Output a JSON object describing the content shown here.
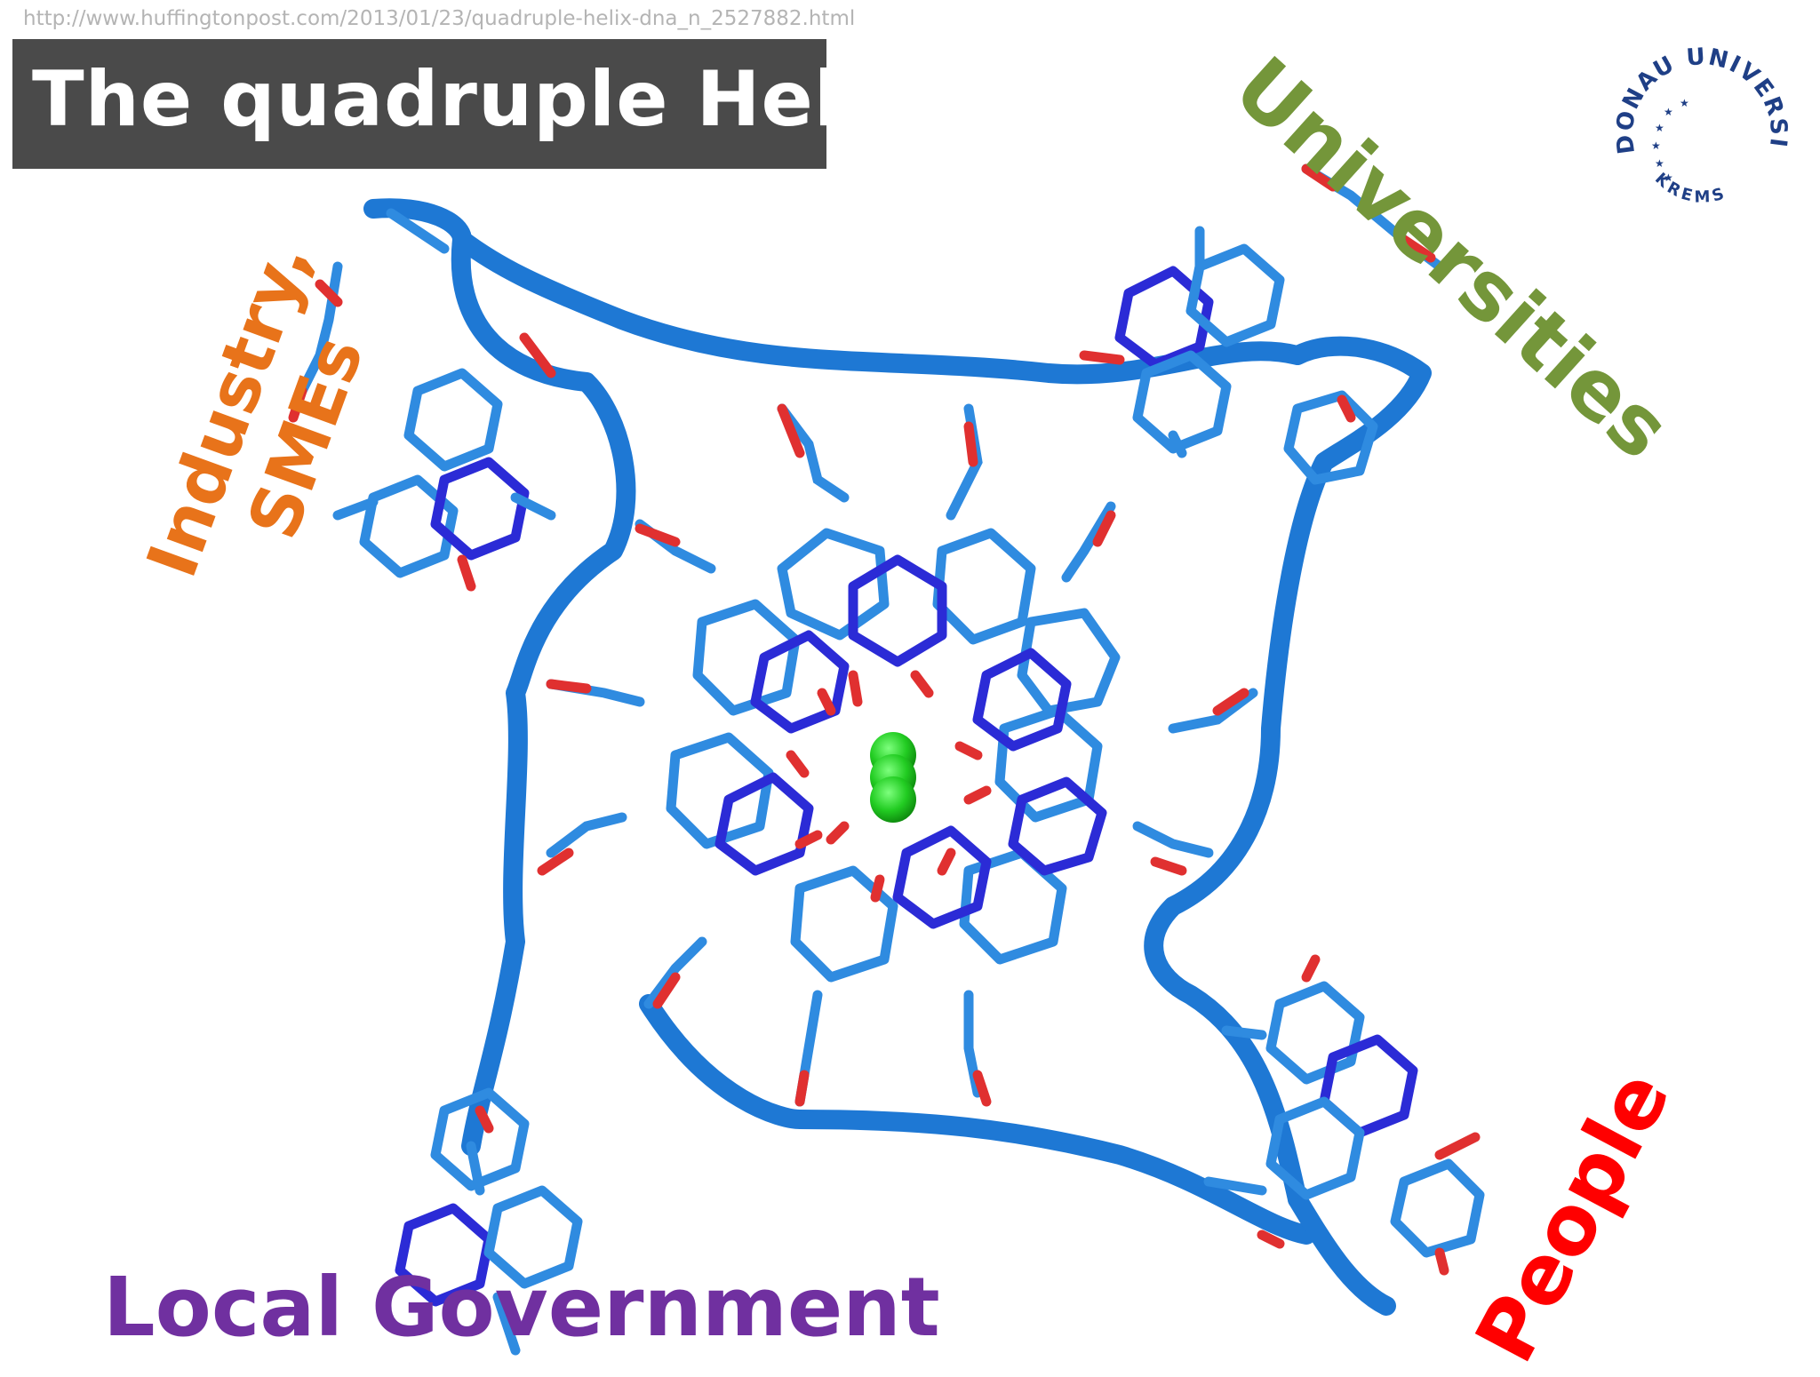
{
  "source_url": "http://www.huffingtonpost.com/2013/01/23/quadruple-helix-dna_n_2527882.html",
  "title": "The quadruple Helix",
  "labels": {
    "industry_line1": "Industry,",
    "industry_line2": "SMEs",
    "universities": "Universities",
    "people": "People",
    "local_government": "Local Government"
  },
  "logo": {
    "text_top": "DONAU UNIVERSITÄT",
    "text_bottom": "KREMS"
  },
  "colors": {
    "title_bg": "#4a4a4a",
    "industry": "#e8731a",
    "universities": "#74963a",
    "people": "#ff0000",
    "local_government": "#7030a0",
    "backbone": "#1e78d4",
    "nitrogen": "#2b2bd6",
    "oxygen": "#e03030",
    "ion": "#22cc22",
    "logo": "#1f3f86"
  },
  "icons": [
    "dna-quadruplex-illustration",
    "university-logo-icon"
  ]
}
